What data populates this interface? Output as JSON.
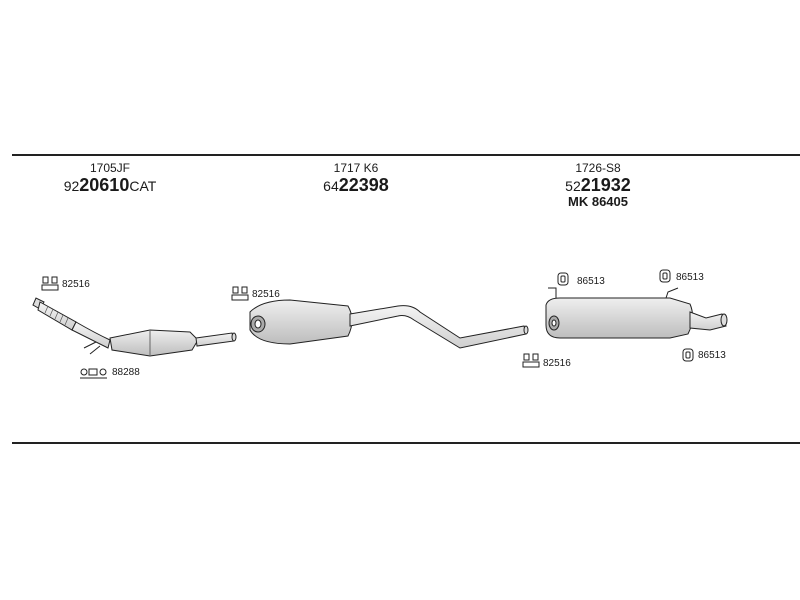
{
  "sections": [
    {
      "code": "1705JF",
      "pn_prefix": "92",
      "pn_main": "20610",
      "pn_suffix": "CAT",
      "extra": ""
    },
    {
      "code": "1717 K6",
      "pn_prefix": "64",
      "pn_main": "22398",
      "pn_suffix": "",
      "extra": ""
    },
    {
      "code": "1726-S8",
      "pn_prefix": "52",
      "pn_main": "21932",
      "pn_suffix": "",
      "extra": "MK  86405"
    }
  ],
  "callouts": {
    "clamp_front": "82516",
    "mount_front": "88288",
    "clamp_middle": "82516",
    "clamp_rear": "82516",
    "hanger_rear_left": "86513",
    "hanger_rear_top": "86513",
    "hanger_rear_bottom": "86513"
  }
}
